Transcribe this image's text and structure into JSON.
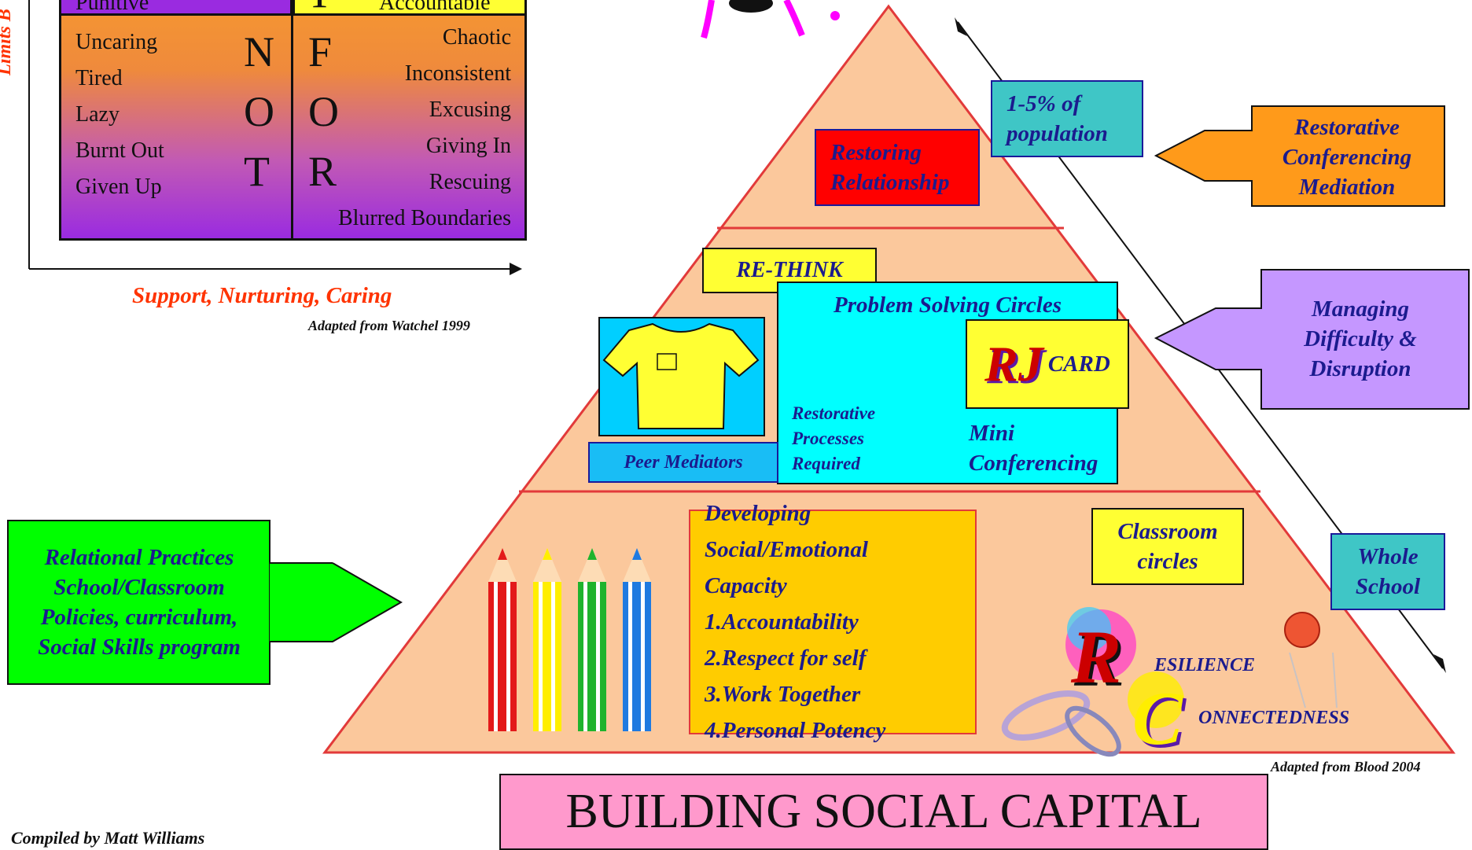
{
  "window": {
    "top_left_label": "Punitive",
    "top_right_label": "Accountable",
    "top_right_letter": "T",
    "left_items": [
      "Uncaring",
      "Tired",
      "Lazy",
      "Burnt Out",
      "Given Up"
    ],
    "right_items": [
      "Chaotic",
      "Inconsistent",
      "Excusing",
      "Giving In",
      "Rescuing",
      "Blurred Boundaries"
    ],
    "not_letters": [
      "N",
      "O",
      "T"
    ],
    "for_letters": [
      "F",
      "O",
      "R"
    ],
    "y_axis_label": "Limits B",
    "x_axis_label": "Support, Nurturing, Caring",
    "source": "Adapted from Watchel 1999"
  },
  "pyramid": {
    "top": {
      "restoring": "Restoring Relationship",
      "population": "1-5% of population"
    },
    "middle": {
      "rethink": "RE-THINK",
      "problem_solving": "Problem Solving Circles",
      "rj_card": "CARD",
      "rj_letters": "RJ",
      "restorative_processes": [
        "Restorative",
        "Processes",
        "Required"
      ],
      "mini": [
        "Mini",
        "Conferencing"
      ],
      "peer_mediators": "Peer Mediators"
    },
    "bottom": {
      "developing": [
        "Developing Social/Emotional",
        "Capacity",
        "1.Accountability",
        "2.Respect for self",
        "3.Work Together",
        "4.Personal Potency"
      ],
      "classroom": "Classroom circles",
      "resilience": "ESILIENCE",
      "connectedness": "ONNECTEDNESS",
      "rc_letters": [
        "R",
        "C"
      ]
    },
    "whole_school": "Whole School",
    "source": "Adapted from Blood 2004"
  },
  "arrows": {
    "restorative": "Restorative Conferencing Mediation",
    "managing": "Managing Difficulty & Disruption",
    "relational": "Relational Practices School/Classroom Policies, curriculum, Social Skills program"
  },
  "title": "BUILDING SOCIAL CAPITAL",
  "credit": "Compiled by Matt Williams",
  "colors": {
    "pyramid_fill": "#fbc89c",
    "pyramid_stroke": "#e23a3a",
    "restoring_bg": "#ff0000",
    "population_bg": "#3fc6c6",
    "rethink_bg": "#ffff33",
    "cyan_bg": "#00ffff",
    "peer_bg": "#19bdf5",
    "develop_bg": "#ffcc00",
    "classroom_bg": "#ffff33",
    "whole_bg": "#3fc6c6",
    "arrow_orange": "#ff9a1a",
    "arrow_violet": "#c597ff",
    "arrow_green": "#00ff00",
    "title_bg": "#ff99cc",
    "text_blue": "#1b1b8e",
    "axis_red": "#ff3300"
  }
}
